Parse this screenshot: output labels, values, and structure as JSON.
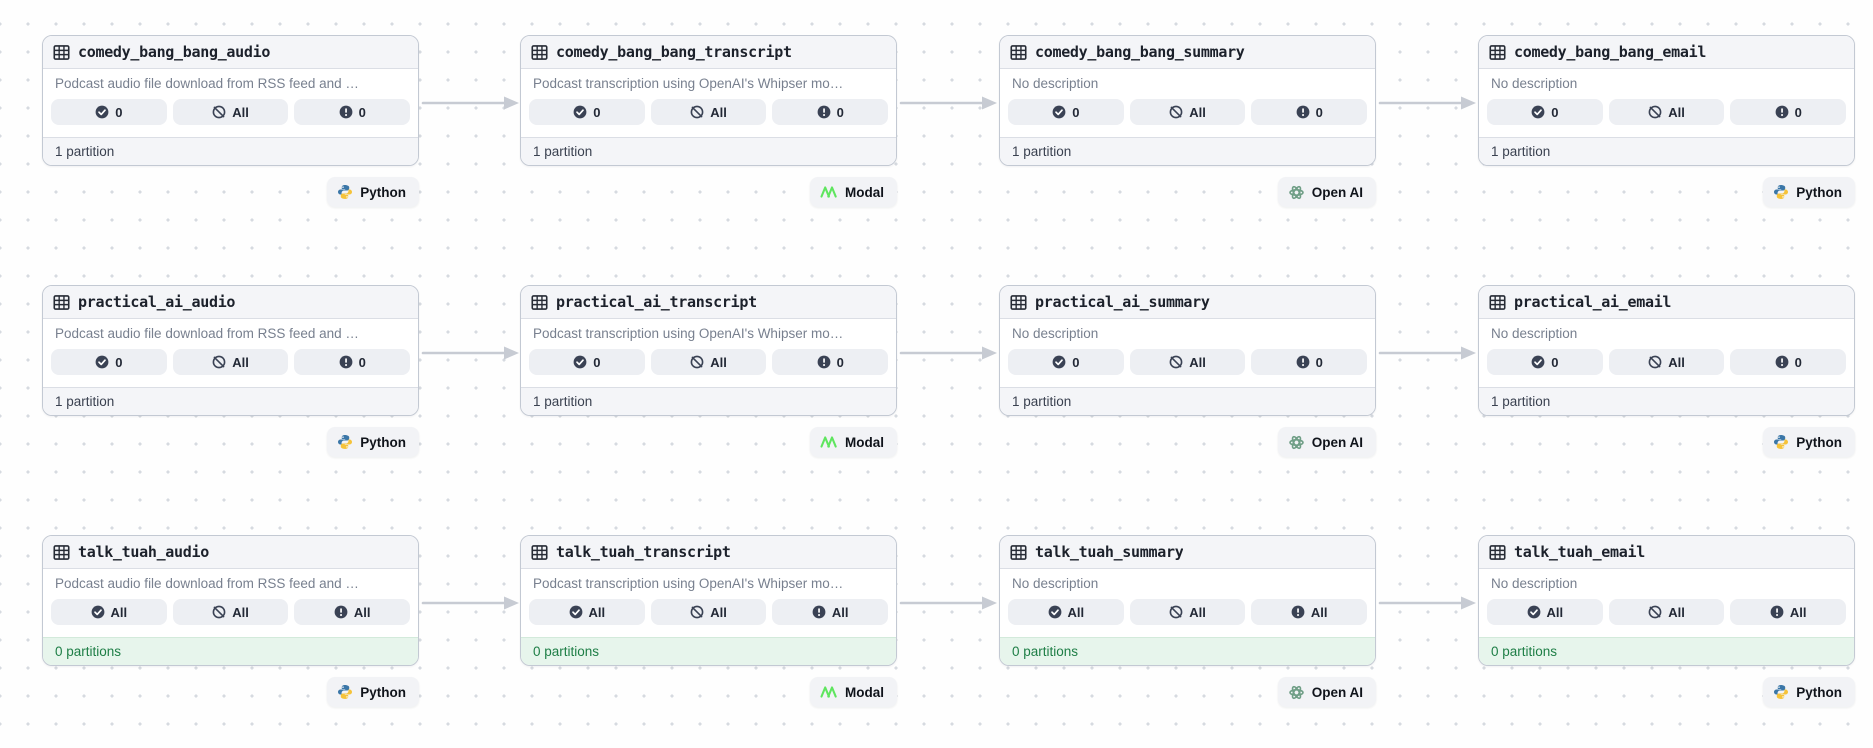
{
  "graph": {
    "rows": [
      {
        "cards": [
          {
            "title": "comedy_bang_bang_audio",
            "description": "Podcast audio file download from RSS feed and …",
            "materialized": "0",
            "missing": "All",
            "failed": "0",
            "partitions": "1 partition",
            "partitions_state": "default",
            "kind": "Python",
            "kind_icon": "python-icon"
          },
          {
            "title": "comedy_bang_bang_transcript",
            "description": "Podcast transcription using OpenAI's Whipser mo…",
            "materialized": "0",
            "missing": "All",
            "failed": "0",
            "partitions": "1 partition",
            "partitions_state": "default",
            "kind": "Modal",
            "kind_icon": "modal-icon"
          },
          {
            "title": "comedy_bang_bang_summary",
            "description": "No description",
            "materialized": "0",
            "missing": "All",
            "failed": "0",
            "partitions": "1 partition",
            "partitions_state": "default",
            "kind": "Open AI",
            "kind_icon": "openai-icon"
          },
          {
            "title": "comedy_bang_bang_email",
            "description": "No description",
            "materialized": "0",
            "missing": "All",
            "failed": "0",
            "partitions": "1 partition",
            "partitions_state": "default",
            "kind": "Python",
            "kind_icon": "python-icon"
          }
        ]
      },
      {
        "cards": [
          {
            "title": "practical_ai_audio",
            "description": "Podcast audio file download from RSS feed and …",
            "materialized": "0",
            "missing": "All",
            "failed": "0",
            "partitions": "1 partition",
            "partitions_state": "default",
            "kind": "Python",
            "kind_icon": "python-icon"
          },
          {
            "title": "practical_ai_transcript",
            "description": "Podcast transcription using OpenAI's Whipser mo…",
            "materialized": "0",
            "missing": "All",
            "failed": "0",
            "partitions": "1 partition",
            "partitions_state": "default",
            "kind": "Modal",
            "kind_icon": "modal-icon"
          },
          {
            "title": "practical_ai_summary",
            "description": "No description",
            "materialized": "0",
            "missing": "All",
            "failed": "0",
            "partitions": "1 partition",
            "partitions_state": "default",
            "kind": "Open AI",
            "kind_icon": "openai-icon"
          },
          {
            "title": "practical_ai_email",
            "description": "No description",
            "materialized": "0",
            "missing": "All",
            "failed": "0",
            "partitions": "1 partition",
            "partitions_state": "default",
            "kind": "Python",
            "kind_icon": "python-icon"
          }
        ]
      },
      {
        "cards": [
          {
            "title": "talk_tuah_audio",
            "description": "Podcast audio file download from RSS feed and …",
            "materialized": "All",
            "missing": "All",
            "failed": "All",
            "partitions": "0 partitions",
            "partitions_state": "success",
            "kind": "Python",
            "kind_icon": "python-icon"
          },
          {
            "title": "talk_tuah_transcript",
            "description": "Podcast transcription using OpenAI's Whipser mo…",
            "materialized": "All",
            "missing": "All",
            "failed": "All",
            "partitions": "0 partitions",
            "partitions_state": "success",
            "kind": "Modal",
            "kind_icon": "modal-icon"
          },
          {
            "title": "talk_tuah_summary",
            "description": "No description",
            "materialized": "All",
            "missing": "All",
            "failed": "All",
            "partitions": "0 partitions",
            "partitions_state": "success",
            "kind": "Open AI",
            "kind_icon": "openai-icon"
          },
          {
            "title": "talk_tuah_email",
            "description": "No description",
            "materialized": "All",
            "missing": "All",
            "failed": "All",
            "partitions": "0 partitions",
            "partitions_state": "success",
            "kind": "Python",
            "kind_icon": "python-icon"
          }
        ]
      }
    ]
  },
  "colors": {
    "partitions_green": "#1E7E46",
    "partitions_green_bg": "#E7F5EC",
    "modal_green": "#5FE55F",
    "openai_green": "#6F9E86",
    "python_blue": "#3B77A8",
    "python_yellow": "#F5C33A",
    "arrow_gray": "#C7CBD3"
  }
}
